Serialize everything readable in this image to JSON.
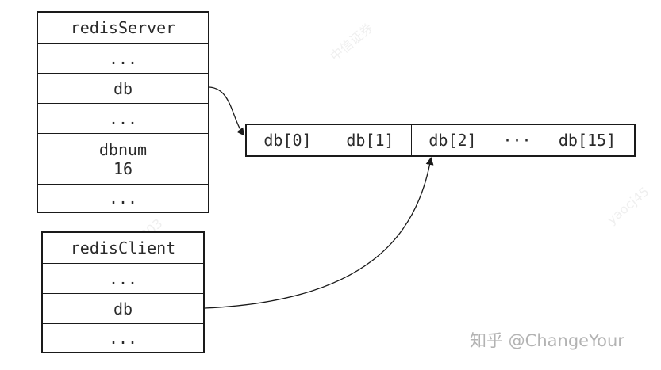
{
  "redis_server": {
    "title": "redisServer",
    "rows": [
      "...",
      "db",
      "..."
    ],
    "dbnum_label": "dbnum",
    "dbnum_value": "16",
    "last_row": "..."
  },
  "redis_client": {
    "title": "redisClient",
    "rows": [
      "...",
      "db",
      "..."
    ]
  },
  "db_array": {
    "cells": [
      "db[0]",
      "db[1]",
      "db[2]",
      "···",
      "db[15]"
    ]
  },
  "watermark": {
    "credit": "知乎 @ChangeYour"
  }
}
